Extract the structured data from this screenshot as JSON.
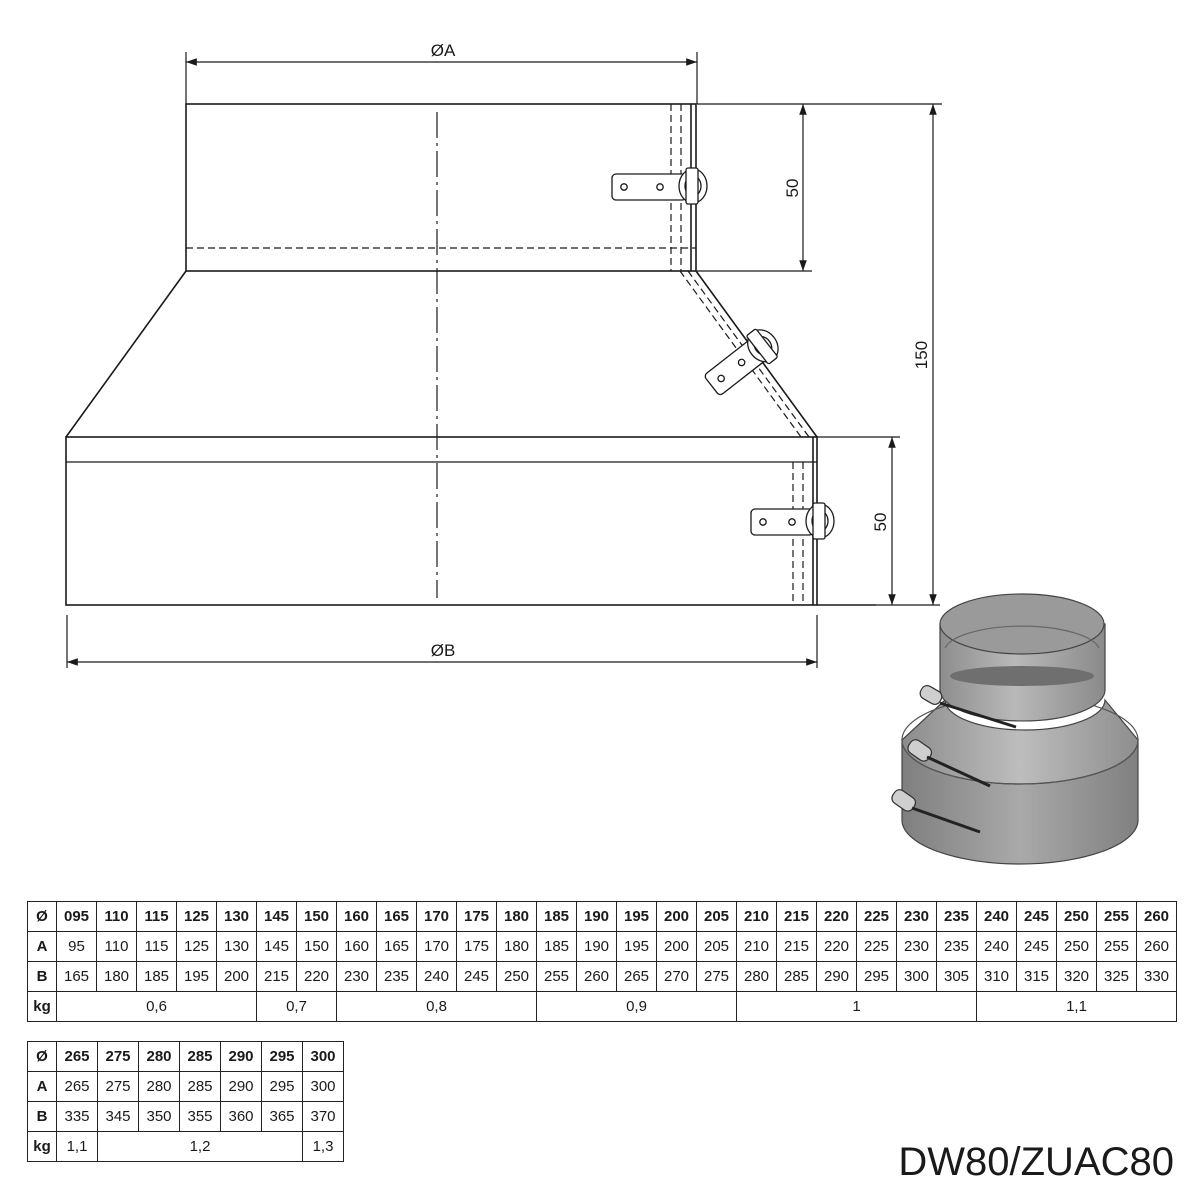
{
  "drawing": {
    "label_top_diameter": "ØA",
    "label_bottom_diameter": "ØB",
    "label_upper_height": "50",
    "label_total_height": "150",
    "label_lower_height": "50"
  },
  "table1": {
    "header_symbol": "Ø",
    "row_labels": [
      "A",
      "B",
      "kg"
    ],
    "sizes": [
      "095",
      "110",
      "115",
      "125",
      "130",
      "145",
      "150",
      "160",
      "165",
      "170",
      "175",
      "180",
      "185",
      "190",
      "195",
      "200",
      "205",
      "210",
      "215",
      "220",
      "225",
      "230",
      "235",
      "240",
      "245",
      "250",
      "255",
      "260"
    ],
    "A": [
      "95",
      "110",
      "115",
      "125",
      "130",
      "145",
      "150",
      "160",
      "165",
      "170",
      "175",
      "180",
      "185",
      "190",
      "195",
      "200",
      "205",
      "210",
      "215",
      "220",
      "225",
      "230",
      "235",
      "240",
      "245",
      "250",
      "255",
      "260"
    ],
    "B": [
      "165",
      "180",
      "185",
      "195",
      "200",
      "215",
      "220",
      "230",
      "235",
      "240",
      "245",
      "250",
      "255",
      "260",
      "265",
      "270",
      "275",
      "280",
      "285",
      "290",
      "295",
      "300",
      "305",
      "310",
      "315",
      "320",
      "325",
      "330"
    ],
    "kg": [
      {
        "value": "0,6",
        "span": 5
      },
      {
        "value": "0,7",
        "span": 2
      },
      {
        "value": "0,8",
        "span": 5
      },
      {
        "value": "0,9",
        "span": 5
      },
      {
        "value": "1",
        "span": 6
      },
      {
        "value": "1,1",
        "span": 5
      }
    ]
  },
  "table2": {
    "header_symbol": "Ø",
    "row_labels": [
      "A",
      "B",
      "kg"
    ],
    "sizes": [
      "265",
      "275",
      "280",
      "285",
      "290",
      "295",
      "300"
    ],
    "A": [
      "265",
      "275",
      "280",
      "285",
      "290",
      "295",
      "300"
    ],
    "B": [
      "335",
      "345",
      "350",
      "355",
      "360",
      "365",
      "370"
    ],
    "kg": [
      {
        "value": "1,1",
        "span": 1
      },
      {
        "value": "1,2",
        "span": 5
      },
      {
        "value": "1,3",
        "span": 1
      }
    ]
  },
  "product_code": "DW80/ZUAC80",
  "colors": {
    "line": "#1a1a1a",
    "render_fill": "#a8a8a8",
    "render_dark": "#7a7a7a"
  }
}
